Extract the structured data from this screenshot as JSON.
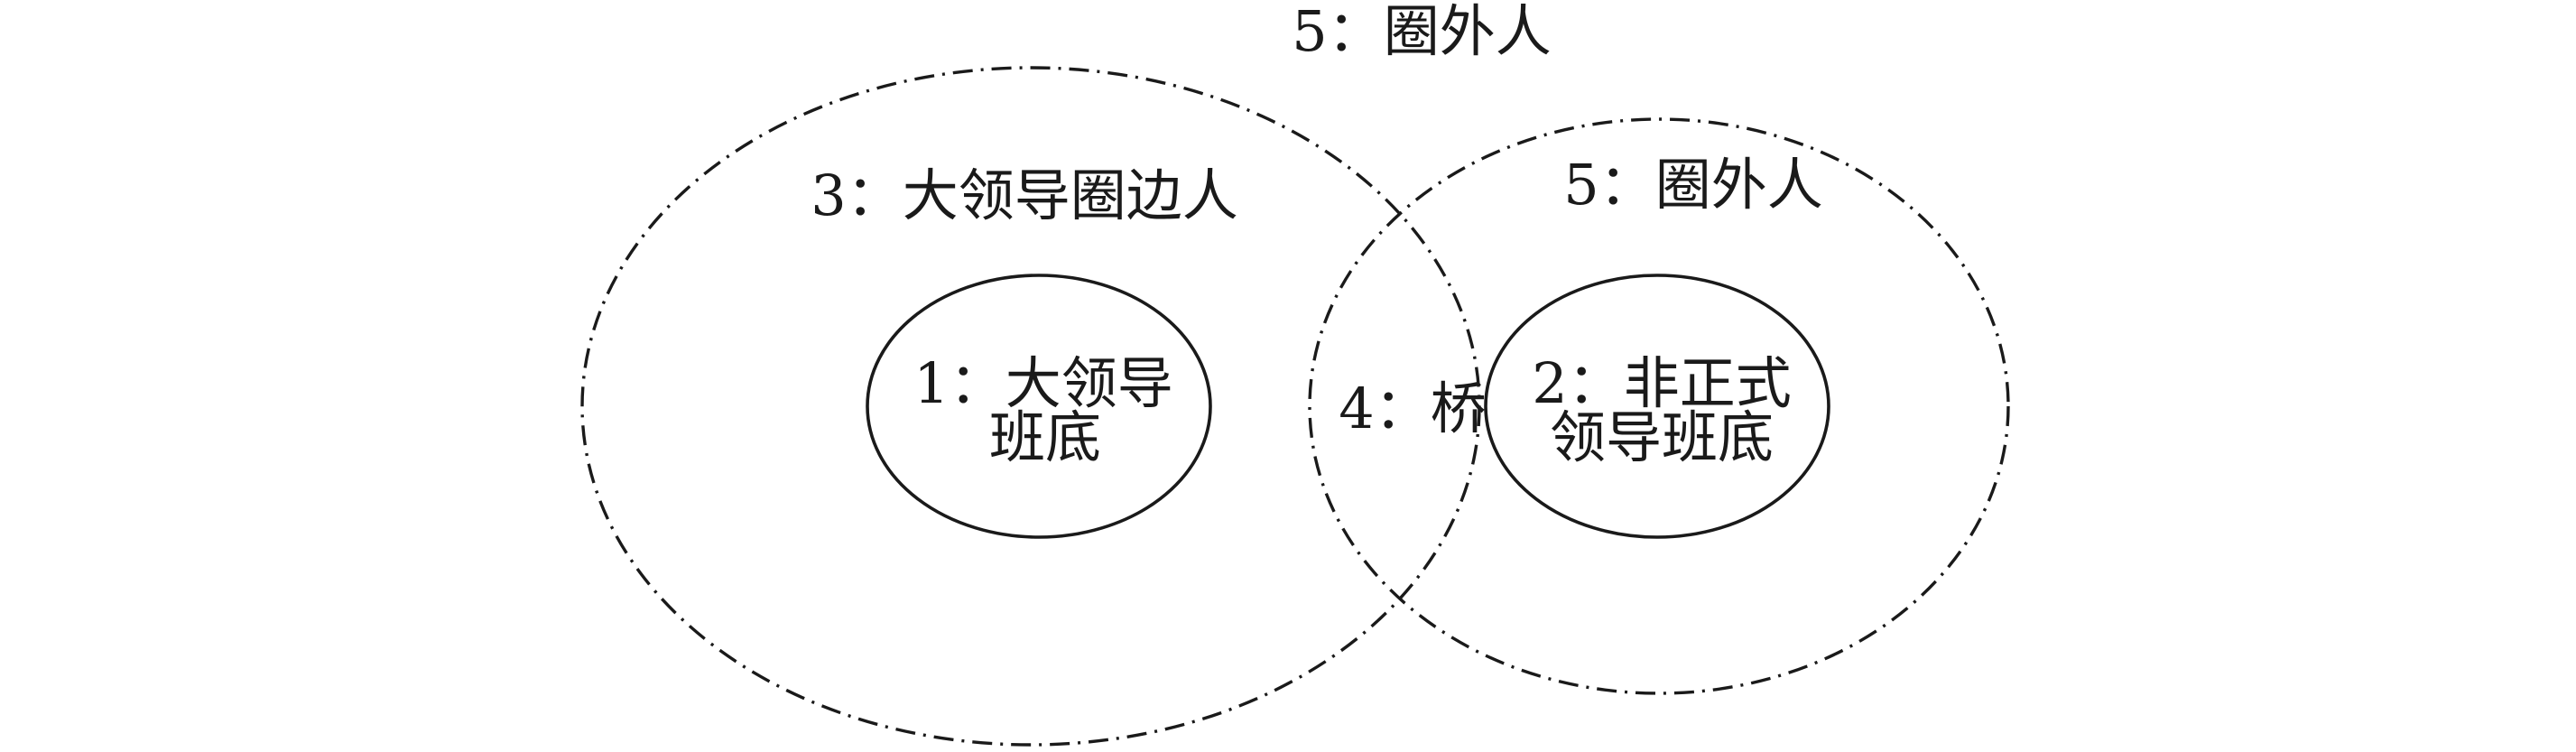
{
  "diagram": {
    "outside_label": "5：圈外人",
    "regions": {
      "leader_periphery": "3：大领导圈边人",
      "informal_outer": "5：圈外人",
      "leader_core_line1": "1：大领导",
      "leader_core_line2": "班底",
      "bridge": "4：桥",
      "informal_core_line1": "2：非正式",
      "informal_core_line2": "领导班底"
    },
    "colors": {
      "stroke": "#1a1a1a",
      "background": "#ffffff"
    }
  }
}
